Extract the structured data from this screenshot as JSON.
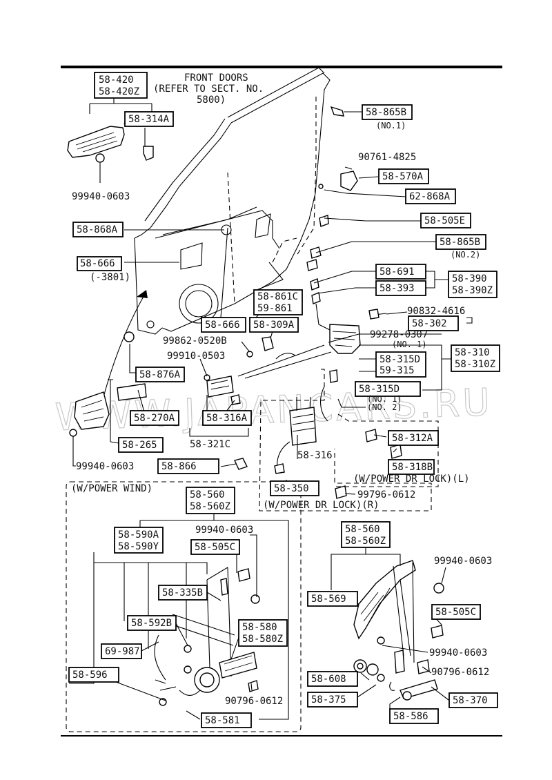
{
  "header": {
    "front_doors_line1": "FRONT DOORS",
    "front_doors_line2": "(REFER TO SECT. NO.",
    "front_doors_line3": "5800)"
  },
  "labels": {
    "p58_420": "58-420",
    "p58_420z": "58-420Z",
    "p58_314a": "58-314A",
    "p99940_0603_a": "99940-0603",
    "p58_865b": "58-865B",
    "no1_a": "(NO.1)",
    "p90761_4825": "90761-4825",
    "p58_570a": "58-570A",
    "p62_868a": "62-868A",
    "p58_505e": "58-505E",
    "p58_865b_2": "58-865B",
    "no2_a": "(NO.2)",
    "p58_868a": "58-868A",
    "p58_666_a": "58-666",
    "p3801": "(-3801)",
    "p58_861c": "58-861C",
    "p59_861": "59-861",
    "p58_691": "58-691",
    "p58_393": "58-393",
    "p58_390": "58-390",
    "p58_390z": "58-390Z",
    "p90832_4616": "90832-4616",
    "p58_302": "58-302",
    "p58_666_b": "58-666",
    "p58_309a": "58-309A",
    "p99278_0307": "99278-0307",
    "no1_b": "(NO. 1)",
    "p99862_0520b": "99862-0520B",
    "p99910_0503": "99910-0503",
    "p58_315d_a": "58-315D",
    "p59_315": "59-315",
    "p58_310": "58-310",
    "p58_310z": "58-310Z",
    "p58_876a": "58-876A",
    "p58_315d_b": "58-315D",
    "no1_c": "(NO. 1)",
    "no2_b": "(NO. 2)",
    "p58_270a": "58-270A",
    "p58_316a": "58-316A",
    "p58_312a": "58-312A",
    "p58_265": "58-265",
    "p58_321c": "58-321C",
    "p58_316": "58-316",
    "p58_318b": "58-318B",
    "p99940_0603_b": "99940-0603",
    "p58_866": "58-866",
    "pwr_lock_l": "(W/POWER DR LOCK)(L)",
    "w_power_wind": "(W/POWER WIND)",
    "p58_350": "58-350",
    "p99796_0612_a": "99796-0612",
    "p58_560_a": "58-560",
    "p58_560z_a": "58-560Z",
    "pwr_lock_r": "(W/POWER DR LOCK)(R)",
    "p99940_0603_c": "99940-0603",
    "p58_590a": "58-590A",
    "p58_590y": "58-590Y",
    "p58_505c_a": "58-505C",
    "p58_335b": "58-335B",
    "p58_592b": "58-592B",
    "p69_987": "69-987",
    "p58_596": "58-596",
    "p58_580": "58-580",
    "p58_580z": "58-580Z",
    "p90796_0612_a": "90796-0612",
    "p58_581": "58-581",
    "p58_560_b": "58-560",
    "p58_560z_b": "58-560Z",
    "p99940_0603_d": "99940-0603",
    "p58_569": "58-569",
    "p58_505c_b": "58-505C",
    "p99940_0603_e": "99940-0603",
    "p58_608": "58-608",
    "p90796_0612_b": "90796-0612",
    "p58_375": "58-375",
    "p58_370": "58-370",
    "p58_586": "58-586"
  },
  "watermark": "WWW.JAPANCARS.RU"
}
